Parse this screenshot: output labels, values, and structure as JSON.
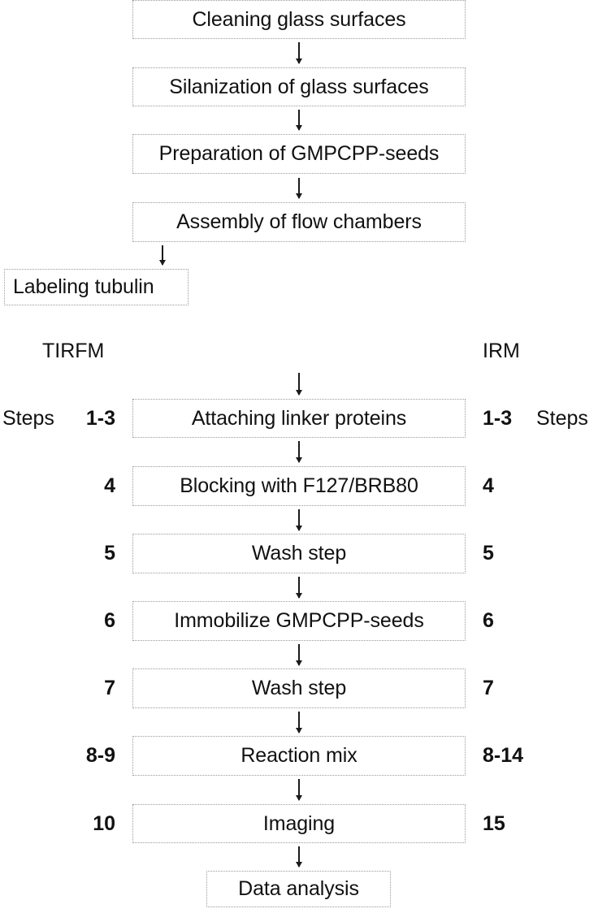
{
  "figure": {
    "title": "Experimental workflow flowchart",
    "accent_color": "#111111",
    "box_border_color": "#9a9a9a",
    "background_color": "#ffffff"
  },
  "preparation_flow": {
    "boxes": [
      {
        "label": "Cleaning glass surfaces"
      },
      {
        "label": "Silanization of glass surfaces"
      },
      {
        "label": "Preparation of GMPCPP-seeds"
      },
      {
        "label": "Assembly of flow chambers"
      },
      {
        "label": "Labeling tubulin"
      }
    ]
  },
  "columns": {
    "left_title": "TIRFM",
    "right_title": "IRM",
    "left_steps_word": "Steps",
    "right_steps_word": "Steps"
  },
  "assay_flow": {
    "rows": [
      {
        "label": "Attaching linker proteins",
        "tirfm_steps": "1-3",
        "irm_steps": "1-3"
      },
      {
        "label": "Blocking with F127/BRB80",
        "tirfm_steps": "4",
        "irm_steps": "4"
      },
      {
        "label": "Wash step",
        "tirfm_steps": "5",
        "irm_steps": "5"
      },
      {
        "label": "Immobilize GMPCPP-seeds",
        "tirfm_steps": "6",
        "irm_steps": "6"
      },
      {
        "label": "Wash step",
        "tirfm_steps": "7",
        "irm_steps": "7"
      },
      {
        "label": "Reaction mix",
        "tirfm_steps": "8-9",
        "irm_steps": "8-14"
      },
      {
        "label": "Imaging",
        "tirfm_steps": "10",
        "irm_steps": "15"
      }
    ]
  },
  "final": {
    "label": "Data analysis"
  }
}
